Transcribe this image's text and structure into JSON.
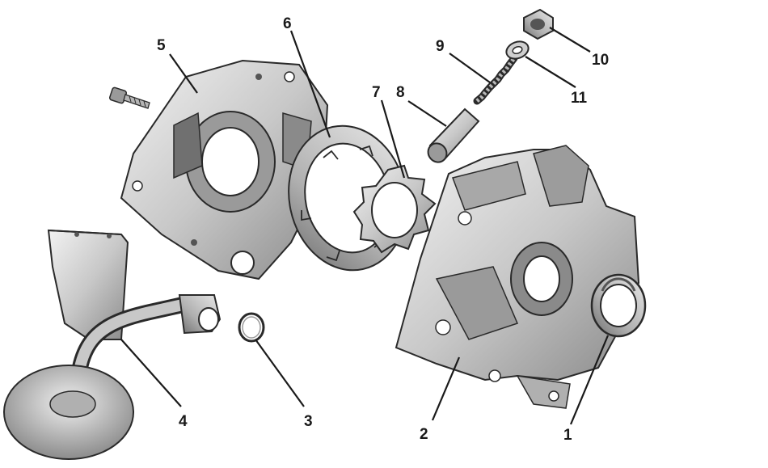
{
  "callouts": [
    {
      "id": "1",
      "label": "1"
    },
    {
      "id": "2",
      "label": "2"
    },
    {
      "id": "3",
      "label": "3"
    },
    {
      "id": "4",
      "label": "4"
    },
    {
      "id": "5",
      "label": "5"
    },
    {
      "id": "6",
      "label": "6"
    },
    {
      "id": "7",
      "label": "7"
    },
    {
      "id": "8",
      "label": "8"
    },
    {
      "id": "9",
      "label": "9"
    },
    {
      "id": "10",
      "label": "10"
    },
    {
      "id": "11",
      "label": "11"
    }
  ],
  "colors": {
    "metal_light": "#e6e6e6",
    "metal_mid": "#bdbdbd",
    "metal_dark": "#7a7a7a",
    "outline": "#2a2a2a",
    "label": "#1a1a1a"
  }
}
